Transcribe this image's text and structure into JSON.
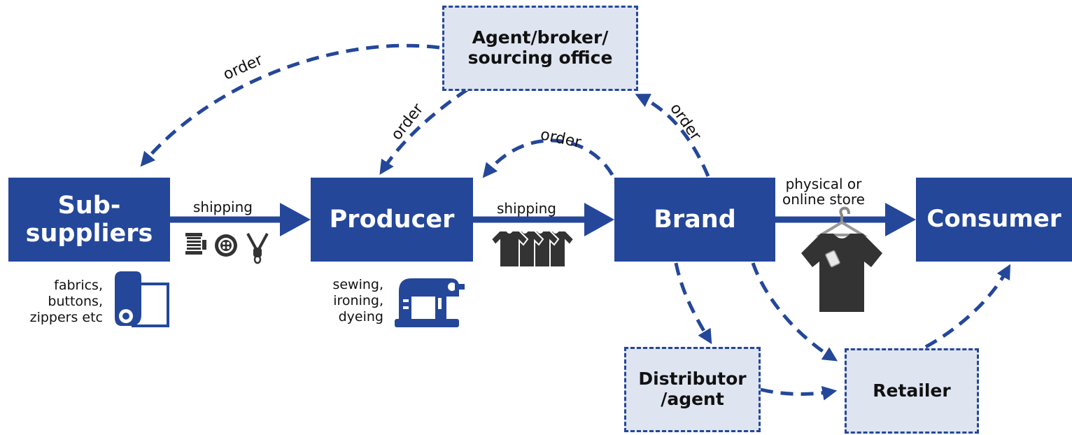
{
  "colors": {
    "node_fill": "#24479a",
    "dashed_fill": "#dfe4f1",
    "icon_dark": "#333333"
  },
  "nodes": {
    "subsuppliers": "Sub-\nsuppliers",
    "producer": "Producer",
    "brand": "Brand",
    "consumer": "Consumer",
    "agent": "Agent/broker/\nsourcing office",
    "distributor": "Distributor\n/agent",
    "retailer": "Retailer"
  },
  "labels": {
    "order_agent_to_subsuppliers": "order",
    "order_agent_to_producer": "order",
    "order_brand_to_producer": "order",
    "order_brand_to_agent": "order",
    "shipping_sub_to_producer": "shipping",
    "shipping_producer_to_brand": "shipping",
    "store_brand_to_consumer": "physical or\nonline store"
  },
  "notes": {
    "subsuppliers": "fabrics,\nbuttons,\nzippers etc",
    "producer": "sewing,\nironing,\ndyeing"
  },
  "icons": [
    "thread-spool-icon",
    "button-icon",
    "zipper-icon",
    "fabric-roll-icon",
    "sewing-machine-icon",
    "tshirts-icon",
    "tshirt-on-hanger-icon"
  ]
}
